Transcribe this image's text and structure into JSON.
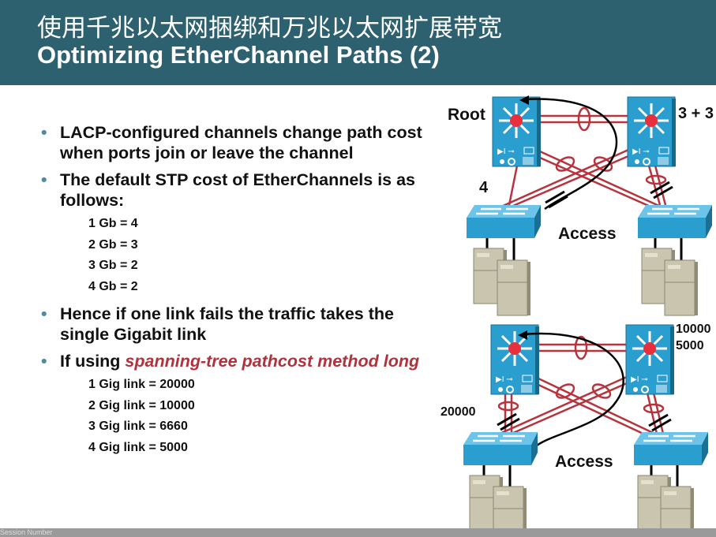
{
  "header": {
    "title_cn": "使用千兆以太网捆绑和万兆以太网扩展带宽",
    "title_en": "Optimizing EtherChannel Paths (2)"
  },
  "bullets": [
    {
      "text": "LACP-configured channels change path cost when ports join or leave the channel"
    },
    {
      "text": "The default STP cost of EtherChannels is as follows:",
      "subs": [
        "1 Gb = 4",
        "2 Gb = 3",
        "3 Gb = 2",
        "4 Gb = 2"
      ]
    },
    {
      "text": "Hence if one link fails the traffic takes the single Gigabit link"
    },
    {
      "text_prefix": "If using ",
      "text_emph": "spanning-tree pathcost method long",
      "subs": [
        "1 Gig link = 20000",
        "2 Gig link = 10000",
        "3 Gig link = 6660",
        "4 Gig link = 5000"
      ]
    }
  ],
  "diagram_top": {
    "root_label": "Root",
    "cost_right": "3 + 3",
    "cost_left": "4",
    "access_label": "Access"
  },
  "diagram_bottom": {
    "cost_right_1": "10000",
    "cost_right_2": "5000",
    "cost_left": "20000",
    "access_label": "Access"
  },
  "footer": {
    "text": "Session Number"
  },
  "colors": {
    "header": "#2e6170",
    "emphasis": "#b0323c",
    "link": "#b8333d",
    "switch": "#2a9fcf"
  }
}
